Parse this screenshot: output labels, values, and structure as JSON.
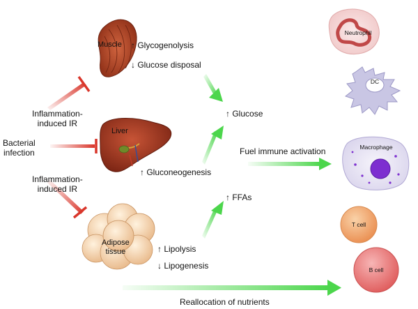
{
  "left": {
    "trigger": "Bacterial\ninfection",
    "ir_upper": "Inflammation-\ninduced IR",
    "ir_lower": "Inflammation-\ninduced IR"
  },
  "organs": {
    "muscle": "Muscle",
    "liver": "Liver",
    "adipose": "Adipose\ntissue"
  },
  "effects": {
    "glycogenolysis": {
      "arrow": "↑",
      "text": "Glycogenolysis"
    },
    "glucose_disposal": {
      "arrow": "↓",
      "text": "Glucose disposal"
    },
    "gluconeogenesis": {
      "arrow": "↑",
      "text": "Gluconeogenesis"
    },
    "lipolysis": {
      "arrow": "↑",
      "text": "Lipolysis"
    },
    "lipogenesis": {
      "arrow": "↓",
      "text": "Lipogenesis"
    }
  },
  "products": {
    "glucose": {
      "arrow": "↑",
      "text": "Glucose"
    },
    "ffas": {
      "arrow": "↑",
      "text": "FFAs"
    }
  },
  "fuel_label": "Fuel immune activation",
  "reallocation_label": "Reallocation of nutrients",
  "cells": {
    "neutrophil": "Neutrophil",
    "dc": "DC",
    "macrophage": "Macrophage",
    "tcell": "T cell",
    "bcell": "B cell"
  },
  "colors": {
    "inhibit_red": "#d9362b",
    "activate_green": "#4cd64c",
    "muscle": "#b7472a",
    "liver": "#a8391f",
    "adipose": "#f3cfa2",
    "tcell": "#f2a46a",
    "bcell": "#ea7070"
  }
}
